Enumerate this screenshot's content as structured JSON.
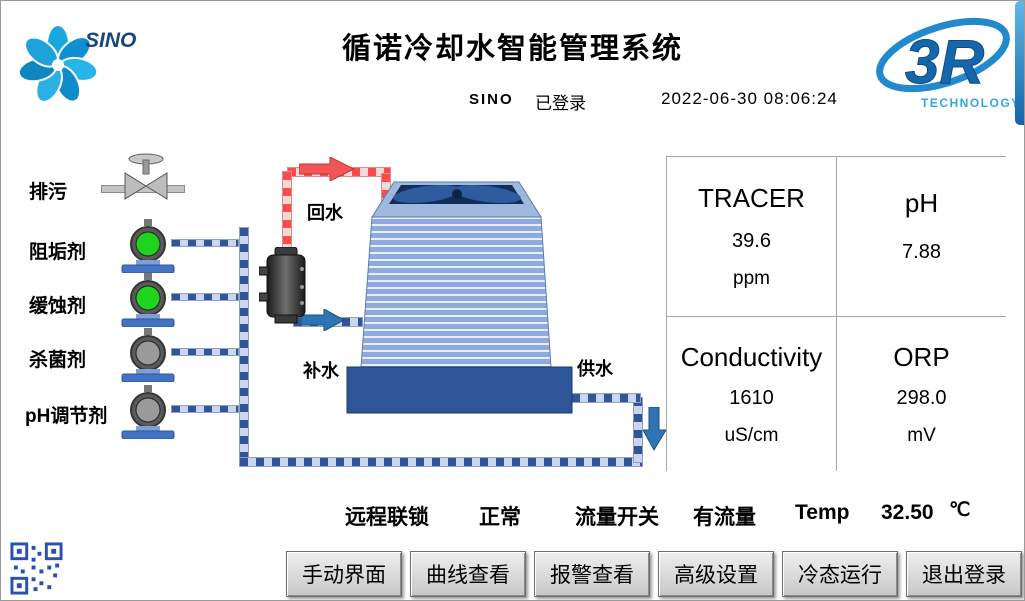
{
  "header": {
    "title": "循诺冷却水智能管理系统",
    "user": "SINO",
    "login_status": "已登录",
    "datetime": "2022-06-30  08:06:24",
    "sino_logo_text": "SINO",
    "r3_logo_text": "3R",
    "r3_logo_subtext": "TECHNOLOGY"
  },
  "dosing": {
    "items": [
      {
        "label": "排污",
        "type": "valve"
      },
      {
        "label": "阻垢剂",
        "type": "pump",
        "state_color": "#1ed41e"
      },
      {
        "label": "缓蚀剂",
        "type": "pump",
        "state_color": "#1ed41e"
      },
      {
        "label": "杀菌剂",
        "type": "pump",
        "state_color": "#9a9a9a"
      },
      {
        "label": "pH调节剂",
        "type": "pump",
        "state_color": "#9a9a9a"
      }
    ]
  },
  "diagram": {
    "return_water_label": "回水",
    "makeup_water_label": "补水",
    "supply_water_label": "供水"
  },
  "metrics": [
    {
      "name": "TRACER",
      "value": "39.6",
      "unit": "ppm"
    },
    {
      "name": "pH",
      "value": "7.88",
      "unit": ""
    },
    {
      "name": "Conductivity",
      "value": "1610",
      "unit": "uS/cm"
    },
    {
      "name": "ORP",
      "value": "298.0",
      "unit": "mV"
    }
  ],
  "status_bar": {
    "interlock_label": "远程联锁",
    "interlock_value": "正常",
    "flow_label": "流量开关",
    "flow_value": "有流量",
    "temp_label": "Temp",
    "temp_value": "32.50",
    "temp_unit": "℃"
  },
  "buttons": [
    {
      "label": "手动界面"
    },
    {
      "label": "曲线查看"
    },
    {
      "label": "报警查看"
    },
    {
      "label": "高级设置"
    },
    {
      "label": "冷态运行"
    },
    {
      "label": "退出登录"
    }
  ],
  "colors": {
    "pipe_blue": "#2f5597",
    "pipe_red": "#ff4a4a",
    "tower_blue": "#8faadc",
    "basin_blue": "#2e5597",
    "logo_blue": "#1b75bb"
  }
}
